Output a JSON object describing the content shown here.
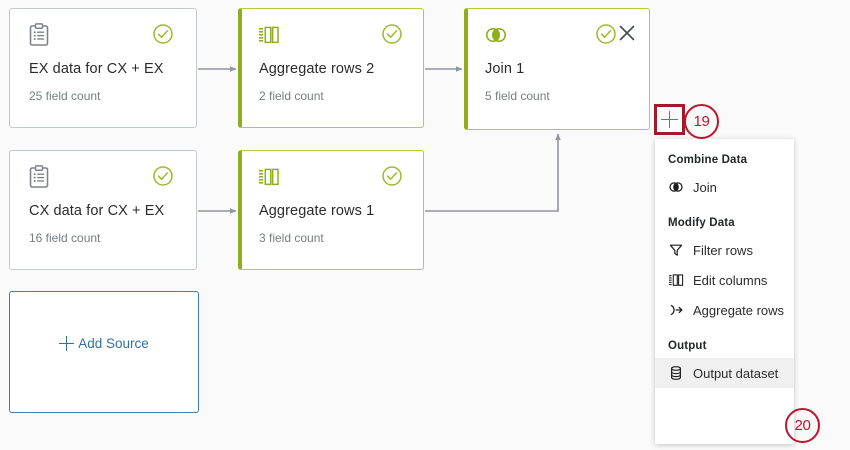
{
  "colors": {
    "accent_green": "#8fae1b",
    "border_green": "#b3cc3a",
    "card_border": "#c4c9ce",
    "link_blue": "#2f6fac",
    "plus_blue": "#3c7fc4",
    "annotation_red": "#c2142c",
    "highlight_red": "#a01c2c",
    "text_primary": "#2b2b2b",
    "text_muted": "#777d83",
    "canvas_bg": "#fafafa",
    "menu_hover_bg": "#f0f0f0"
  },
  "nodes": [
    {
      "id": "ex-data",
      "title": "EX data for CX + EX",
      "subtitle": "25 field count",
      "icon": "clipboard-icon",
      "status_icon": "check-circle-icon",
      "active": false,
      "has_close": false
    },
    {
      "id": "aggregate-rows-2",
      "title": "Aggregate rows 2",
      "subtitle": "2 field count",
      "icon": "edit-columns-icon",
      "status_icon": "check-circle-icon",
      "active": true,
      "has_close": false
    },
    {
      "id": "join-1",
      "title": "Join 1",
      "subtitle": "5 field count",
      "icon": "join-icon",
      "status_icon": "check-circle-icon",
      "active": true,
      "has_close": true,
      "close_icon": "close-icon"
    },
    {
      "id": "cx-data",
      "title": "CX data for CX + EX",
      "subtitle": "16 field count",
      "icon": "clipboard-icon",
      "status_icon": "check-circle-icon",
      "active": false,
      "has_close": false
    },
    {
      "id": "aggregate-rows-1",
      "title": "Aggregate rows 1",
      "subtitle": "3 field count",
      "icon": "edit-columns-icon",
      "status_icon": "check-circle-icon",
      "active": true,
      "has_close": false
    }
  ],
  "add_source": {
    "label": "Add Source",
    "icon": "plus-icon"
  },
  "plus_button": {
    "icon": "plus-icon",
    "annotation": "19"
  },
  "menu": {
    "sections": [
      {
        "heading": "Combine Data",
        "items": [
          {
            "label": "Join",
            "icon": "join-icon",
            "hover": false
          }
        ]
      },
      {
        "heading": "Modify Data",
        "items": [
          {
            "label": "Filter rows",
            "icon": "filter-icon",
            "hover": false
          },
          {
            "label": "Edit columns",
            "icon": "edit-columns-icon",
            "hover": false
          },
          {
            "label": "Aggregate rows",
            "icon": "aggregate-icon",
            "hover": false
          }
        ]
      },
      {
        "heading": "Output",
        "items": [
          {
            "label": "Output dataset",
            "icon": "database-icon",
            "hover": true,
            "annotation": "20"
          }
        ]
      }
    ]
  },
  "annotations": [
    {
      "id": "annotation-19",
      "value": "19"
    },
    {
      "id": "annotation-20",
      "value": "20"
    }
  ]
}
